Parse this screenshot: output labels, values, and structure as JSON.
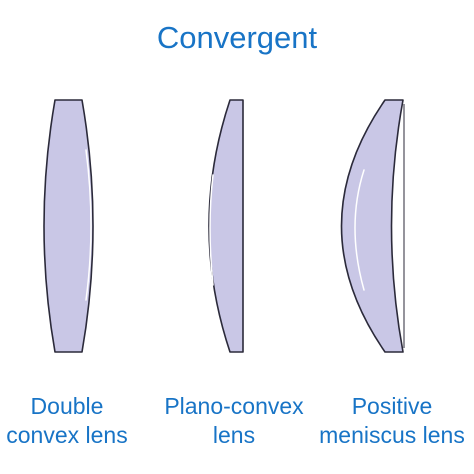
{
  "title": "Convergent",
  "lenses": [
    {
      "line1": "Double",
      "line2": "convex lens"
    },
    {
      "line1": "Plano-convex",
      "line2": "lens"
    },
    {
      "line1": "Positive",
      "line2": "meniscus lens"
    }
  ],
  "colors": {
    "title_text": "#1874c6",
    "caption_text": "#1874c6",
    "lens_fill": "#c9c7e6",
    "lens_stroke": "#2b2a3a"
  }
}
